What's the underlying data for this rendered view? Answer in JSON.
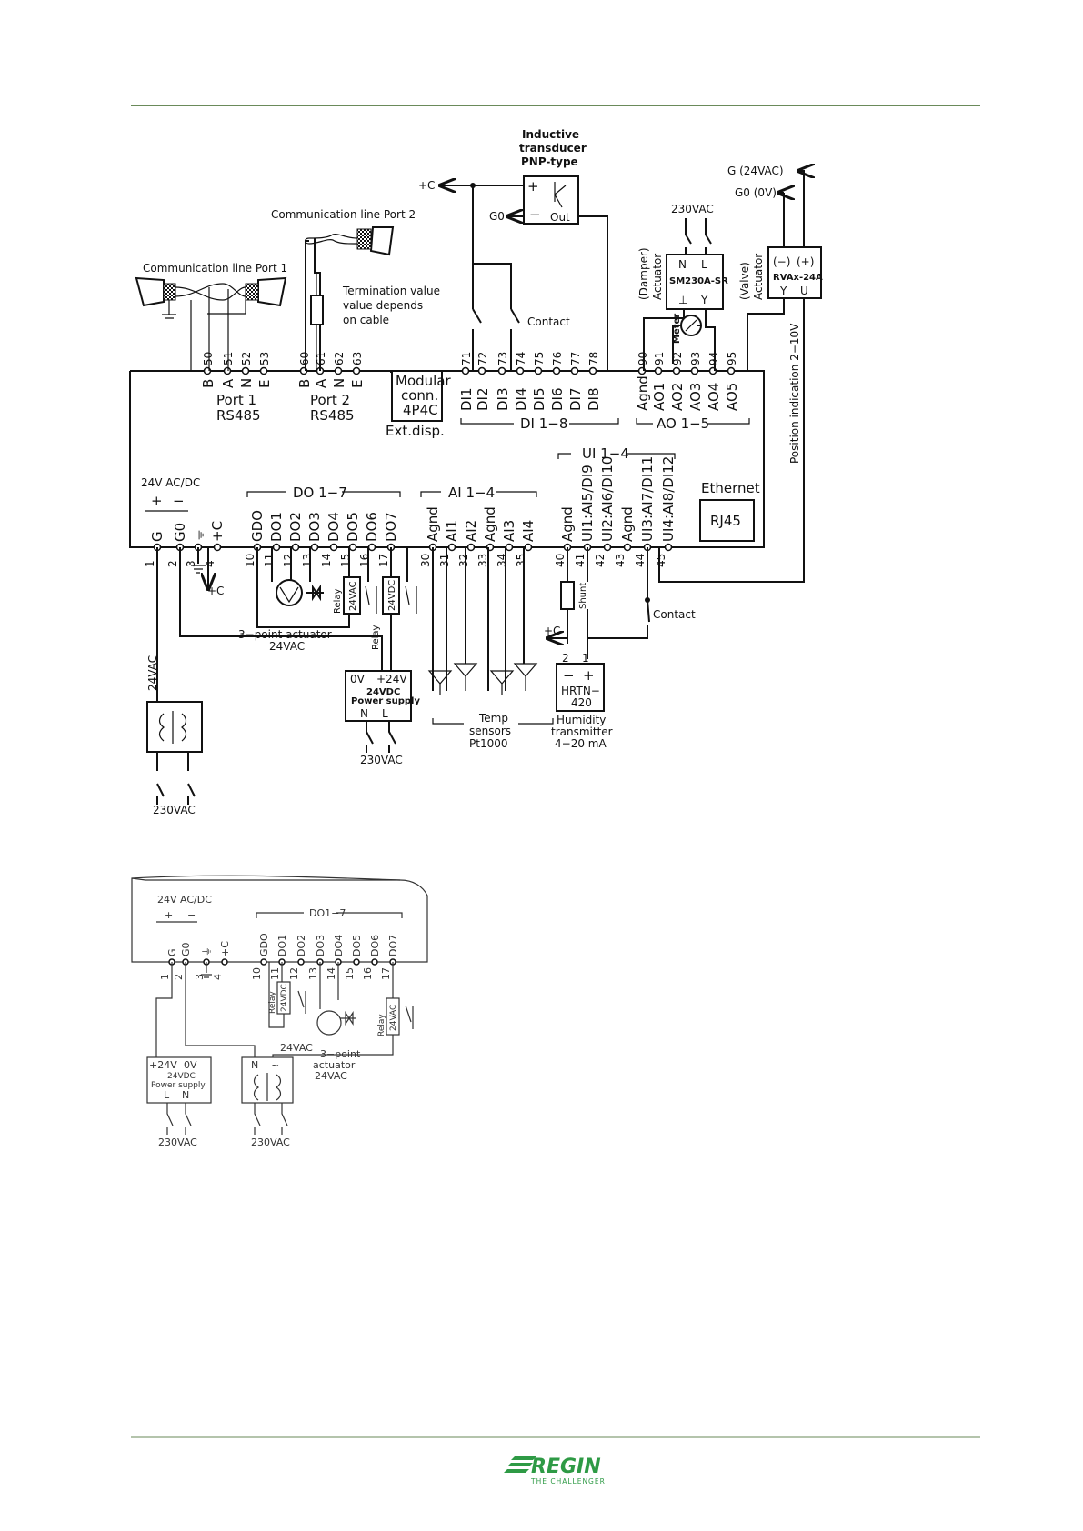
{
  "brand": {
    "name": "REGIN",
    "tagline": "THE CHALLENGER",
    "color": "#2e9a45"
  },
  "colors": {
    "rule": "#6a8a5a",
    "line": "#111111"
  },
  "d1": {
    "transducer": {
      "title1": "Inductive",
      "title2": "transducer",
      "title3": "PNP-type",
      "plus": "+",
      "minus": "−",
      "out": "Out"
    },
    "plus_c": "+C",
    "g0": "G0",
    "comm_port1": "Communication line Port 1",
    "comm_port2": "Communication line Port 2",
    "termination1": "Termination value",
    "termination2": "value depends",
    "termination3": "on cable",
    "contact": "Contact",
    "contact2": "Contact",
    "v230_top": "230VAC",
    "damper_label": "(Damper)",
    "actuator_label": "Actuator",
    "valve_label": "(Valve)",
    "valve_actuator": "Actuator",
    "sm230": "SM230A-SR",
    "sm_n": "N",
    "sm_l": "L",
    "sm_gnd": "⊥",
    "sm_y": "Y",
    "meter": "Meter",
    "rvax": "RVAx-24A",
    "rv_minus": "(−)",
    "rv_plus": "(+)",
    "rv_y": "Y",
    "rv_u": "U",
    "g24": "G (24VAC)",
    "g0v": "G0 (0V)",
    "position": "Position indication 2−10V",
    "top_nums": [
      "50",
      "51",
      "52",
      "53",
      "60",
      "61",
      "62",
      "63",
      "71",
      "72",
      "73",
      "74",
      "75",
      "76",
      "77",
      "78",
      "90",
      "91",
      "92",
      "93",
      "94",
      "95"
    ],
    "top_letters": [
      "B",
      "A",
      "N",
      "E",
      "B",
      "A",
      "N",
      "E"
    ],
    "di_labels": [
      "DI1",
      "DI2",
      "DI3",
      "DI4",
      "DI5",
      "DI6",
      "DI7",
      "DI8"
    ],
    "ao_labels": [
      "Agnd",
      "AO1",
      "AO2",
      "AO3",
      "AO4",
      "AO5"
    ],
    "port1": "Port 1",
    "port2": "Port 2",
    "rs485a": "RS485",
    "rs485b": "RS485",
    "modular1": "Modular",
    "modular2": "conn.",
    "modular3": "4P4C",
    "extdisp": "Ext.disp.",
    "di_group": "DI 1−8",
    "ao_group": "AO 1−5",
    "ui_group": "UI 1−4",
    "supply": "24V AC/DC",
    "sup_plus": "+",
    "sup_minus": "−",
    "do_group": "DO 1−7",
    "ai_group": "AI 1−4",
    "ethernet": "Ethernet",
    "rj45": "RJ45",
    "bottom_labels": [
      "G",
      "G0",
      "⏚",
      "+C",
      "GDO",
      "DO1",
      "DO2",
      "DO3",
      "DO4",
      "DO5",
      "DO6",
      "DO7",
      "Agnd",
      "AI1",
      "AI2",
      "Agnd",
      "AI3",
      "AI4",
      "Agnd",
      "UI1:AI5/DI9",
      "UI2:AI6/DI10",
      "Agnd",
      "UI3:AI7/DI11",
      "UI4:AI8/DI12"
    ],
    "bottom_nums": [
      "1",
      "2",
      "3",
      "4",
      "10",
      "11",
      "12",
      "13",
      "14",
      "15",
      "16",
      "17",
      "30",
      "31",
      "32",
      "33",
      "34",
      "35",
      "40",
      "41",
      "42",
      "43",
      "44",
      "45"
    ],
    "relay1": "Relay",
    "relay1_v": "24VAC",
    "relay2": "Relay",
    "relay2_v": "24VDC",
    "act1": "3−point actuator",
    "act2": "24VAC",
    "ps_0v": "0V",
    "ps_24": "+24V",
    "ps_t1": "24VDC",
    "ps_t2": "Power supply",
    "ps_n": "N",
    "ps_l": "L",
    "v230_ps": "230VAC",
    "v24ac_side": "24VAC",
    "v230_tr": "230VAC",
    "temp1": "Temp",
    "temp2": "sensors",
    "temp3": "Pt1000",
    "shunt": "Shunt",
    "hum_num2": "2",
    "hum_num1": "1",
    "hum_minus": "−",
    "hum_plus": "+",
    "hrtn1": "HRTN−",
    "hrtn2": "420",
    "hum1": "Humidity",
    "hum2": "transmitter",
    "hum3": "4−20 mA"
  },
  "d2": {
    "supply": "24V AC/DC",
    "sup_plus": "+",
    "sup_minus": "−",
    "do_group": "DO1−7",
    "labels": [
      "G",
      "G0",
      "⏚",
      "+C",
      "GDO",
      "DO1",
      "DO2",
      "DO3",
      "DO4",
      "DO5",
      "DO6",
      "DO7"
    ],
    "nums": [
      "1",
      "2",
      "3",
      "4",
      "10",
      "11",
      "12",
      "13",
      "14",
      "15",
      "16",
      "17"
    ],
    "relay_a": "Relay",
    "relay_a_v": "24VDC",
    "relay_b": "Relay",
    "relay_b_v": "24VAC",
    "ps_plus": "+24V",
    "ps_0v": "0V",
    "ps_t1": "24VDC",
    "ps_t2": "Power supply",
    "ps_l": "L",
    "ps_n": "N",
    "tr_n": "N",
    "tr_tilde": "~",
    "v24ac": "24VAC",
    "act1": "3−point",
    "act2": "actuator",
    "act3": "24VAC",
    "v230a": "230VAC",
    "v230b": "230VAC"
  }
}
